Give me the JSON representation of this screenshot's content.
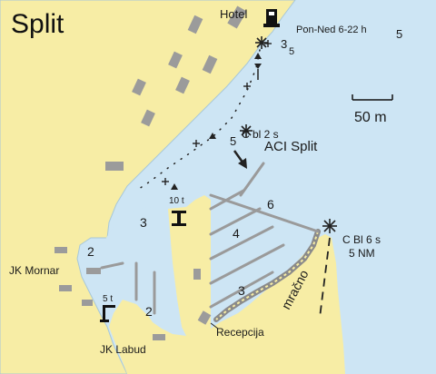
{
  "map": {
    "title": "Split",
    "colors": {
      "sea": "#cde5f4",
      "land": "#f7eda5",
      "building": "#9b9b9b",
      "pier": "#9a9a9a",
      "text": "#1a1a1a"
    },
    "labels": {
      "hotel": "Hotel",
      "fuel_hours": "Pon-Ned 6-22 h",
      "marina_name": "ACI Split",
      "light_marina": "C bl 2 s",
      "light_breakwater": "C Bl 6 s",
      "light_range": "5 NM",
      "breakwater_name": "mračno",
      "reception": "Recepcija",
      "club_mornar": "JK Mornar",
      "club_labud": "JK Labud",
      "crane_large": "10 t",
      "crane_small": "5 t"
    },
    "scale": {
      "label": "50 m"
    },
    "depths": {
      "open_sea": "5",
      "fuel_1": "3",
      "fuel_2": "5",
      "entrance": "5",
      "basin_a": "6",
      "basin_b": "4",
      "basin_c": "3",
      "inner_basin": "3",
      "mornar_basin": "2",
      "labud_basin": "2"
    },
    "icons": {
      "fuel": "fuel-pump-icon",
      "crane": "crane-icon",
      "light": "light-star-icon",
      "marker": "channel-marker-icon",
      "wreck": "obstruction-cross-icon",
      "current": "current-arrow-icon"
    }
  }
}
